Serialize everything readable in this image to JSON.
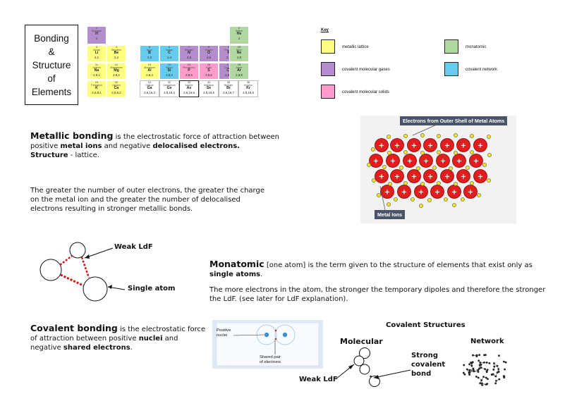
{
  "title": "Bonding\n&\nStructure\nof\nElements",
  "periodic_table": {
    "cells": [
      {
        "col": 0,
        "row": 0,
        "symbol": "H",
        "name": "Hydrogen",
        "number": "1",
        "config": "1",
        "type": "gas"
      },
      {
        "col": 7,
        "row": 0,
        "symbol": "He",
        "name": "Helium",
        "number": "2",
        "config": "2",
        "type": "mono"
      },
      {
        "col": 0,
        "row": 1,
        "symbol": "Li",
        "name": "Lithium",
        "number": "3",
        "config": "2,1",
        "type": "metal"
      },
      {
        "col": 1,
        "row": 1,
        "symbol": "Be",
        "name": "Beryllium",
        "number": "4",
        "config": "2,2",
        "type": "metal"
      },
      {
        "col": 2,
        "row": 1,
        "symbol": "B",
        "name": "Boron",
        "number": "5",
        "config": "2,3",
        "type": "network"
      },
      {
        "col": 3,
        "row": 1,
        "symbol": "C",
        "name": "Carbon",
        "number": "6",
        "config": "2,4",
        "type": "network"
      },
      {
        "col": 4,
        "row": 1,
        "symbol": "N",
        "name": "Nitrogen",
        "number": "7",
        "config": "2,5",
        "type": "gas"
      },
      {
        "col": 5,
        "row": 1,
        "symbol": "O",
        "name": "Oxygen",
        "number": "8",
        "config": "2,6",
        "type": "gas"
      },
      {
        "col": 6,
        "row": 1,
        "symbol": "F",
        "name": "Fluorine",
        "number": "9",
        "config": "2,7",
        "type": "gas"
      },
      {
        "col": 7,
        "row": 1,
        "symbol": "Ne",
        "name": "Neon",
        "number": "10",
        "config": "2,8",
        "type": "mono"
      },
      {
        "col": 0,
        "row": 2,
        "symbol": "Na",
        "name": "Sodium",
        "number": "11",
        "config": "2,8,1",
        "type": "metal"
      },
      {
        "col": 1,
        "row": 2,
        "symbol": "Mg",
        "name": "Magnesium",
        "number": "12",
        "config": "2,8,2",
        "type": "metal"
      },
      {
        "col": 2,
        "row": 2,
        "symbol": "Al",
        "name": "Aluminium",
        "number": "13",
        "config": "2,8,3",
        "type": "metal"
      },
      {
        "col": 3,
        "row": 2,
        "symbol": "Si",
        "name": "Silicon",
        "number": "14",
        "config": "2,8,4",
        "type": "network"
      },
      {
        "col": 4,
        "row": 2,
        "symbol": "P",
        "name": "Phosphorus",
        "number": "15",
        "config": "2,8,5",
        "type": "solid"
      },
      {
        "col": 5,
        "row": 2,
        "symbol": "S",
        "name": "Sulfur",
        "number": "16",
        "config": "2,8,6",
        "type": "solid"
      },
      {
        "col": 6,
        "row": 2,
        "symbol": "Cl",
        "name": "Chlorine",
        "number": "17",
        "config": "2,8,7",
        "type": "gas"
      },
      {
        "col": 7,
        "row": 2,
        "symbol": "Ar",
        "name": "Argon",
        "number": "18",
        "config": "2,8,8",
        "type": "mono"
      },
      {
        "col": 0,
        "row": 3,
        "symbol": "K",
        "name": "Potassium",
        "number": "19",
        "config": "2,8,8,1",
        "type": "metal"
      },
      {
        "col": 1,
        "row": 3,
        "symbol": "Ca",
        "name": "Calcium",
        "number": "20",
        "config": "2,8,8,2",
        "type": "metal"
      },
      {
        "col": 2,
        "row": 3,
        "symbol": "Ga",
        "name": "Gallium",
        "number": "31",
        "config": "2,8,18,3",
        "type": "none"
      },
      {
        "col": 3,
        "row": 3,
        "symbol": "Ge",
        "name": "Germanium",
        "number": "32",
        "config": "2,8,18,4",
        "type": "none"
      },
      {
        "col": 4,
        "row": 3,
        "symbol": "As",
        "name": "Arsenic",
        "number": "33",
        "config": "2,8,18,5",
        "type": "none"
      },
      {
        "col": 5,
        "row": 3,
        "symbol": "Se",
        "name": "Selenium",
        "number": "34",
        "config": "2,8,18,6",
        "type": "none"
      },
      {
        "col": 6,
        "row": 3,
        "symbol": "Br",
        "name": "Bromine",
        "number": "35",
        "config": "2,8,18,7",
        "type": "none"
      },
      {
        "col": 7,
        "row": 3,
        "symbol": "Kr",
        "name": "Krypton",
        "number": "36",
        "config": "2,8,18,8",
        "type": "none"
      }
    ]
  },
  "colors": {
    "metal": "#ffff80",
    "gas": "#b48ecc",
    "solid": "#ff9ccc",
    "network": "#66ccee",
    "mono": "#b2d8a2",
    "none": "#ffffff"
  },
  "key": {
    "title": "Key",
    "items": [
      {
        "label": "metallic lattice",
        "type": "metal"
      },
      {
        "label": "monatomic",
        "type": "mono"
      },
      {
        "label": "covalent molecular gases",
        "type": "gas"
      },
      {
        "label": "covalent network",
        "type": "network"
      },
      {
        "label": "covalent molecular solids",
        "type": "solid"
      }
    ]
  },
  "metallic": {
    "heading": "Metallic bonding",
    "line1_rest": " is the electrostatic force of attraction between",
    "line2_a": "positive ",
    "line2_b": "metal ions",
    "line2_c": " and negative ",
    "line2_d": "delocalised electrons.",
    "line3_a": "Structure",
    "line3_b": " - lattice.",
    "para2": "The greater the number of outer electrons, the greater the charge on the metal ion and the greater the number of delocalised electrons resulting in stronger metallic bonds."
  },
  "metal_figure": {
    "top_label": "Electrons from Outer Shell of Metal Atoms",
    "bottom_label": "Metal Ions",
    "ion_sign": "+"
  },
  "monatomic_diagram": {
    "weak_label": "Weak LdF",
    "atom_label": "Single atom"
  },
  "monatomic": {
    "heading": "Monatomic",
    "rest1": " [one atom] is the term given to the structure of elements that exist only as",
    "rest2": "single atoms",
    "rest2_end": ".",
    "para2": "The more electrons in the atom, the stronger the temporary dipoles and therefore the stronger the LdF. (see later for LdF explanation)."
  },
  "covalent": {
    "heading": "Covalent bonding",
    "line1_rest": " is the electrostatic force",
    "line2_a": "of attraction between positive ",
    "line2_b": "nuclei",
    "line2_c": " and",
    "line3_a": "negative ",
    "line3_b": "shared electrons",
    "line3_c": "."
  },
  "covalent_figure": {
    "nuclei_label": "Positive\nnuclei",
    "pair_label": "Shared pair\nof electrons"
  },
  "structures": {
    "title": "Covalent Structures",
    "molecular": "Molecular",
    "network": "Network",
    "strong": "Strong\ncovalent\nbond",
    "weak": "Weak LdF"
  }
}
